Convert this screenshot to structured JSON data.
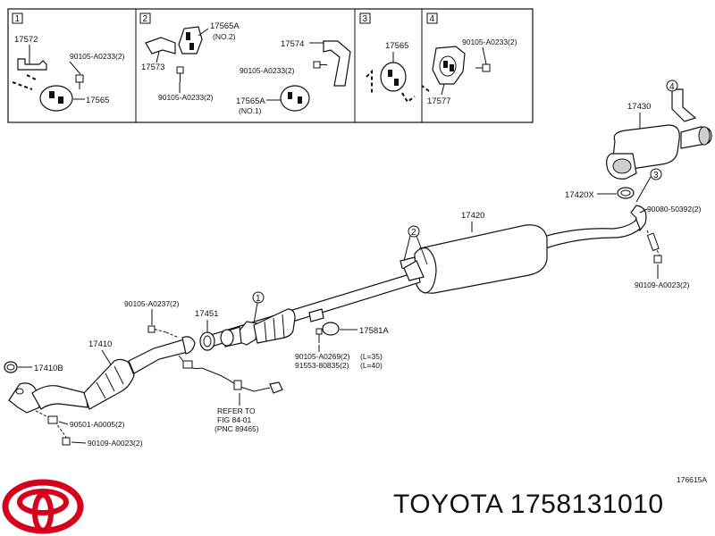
{
  "inset_boxes": [
    {
      "index": "1",
      "labels": [
        "17572",
        "90105-A0233(2)",
        "17565"
      ]
    },
    {
      "index": "2",
      "labels": [
        "17565A",
        "(NO.2)",
        "17573",
        "90105-A0233(2)",
        "17574",
        "90105-A0233(2)",
        "17565A",
        "(NO.1)"
      ]
    },
    {
      "index": "3",
      "labels": [
        "17565"
      ]
    },
    {
      "index": "4",
      "labels": [
        "90105-A0233(2)",
        "17577"
      ]
    }
  ],
  "main_labels": {
    "tail_pipe": "17430",
    "gasket_x": "17420X",
    "bolt_a": "90080-50392(2)",
    "bolt_b": "90109-A0023(2)",
    "center_pipe": "17420",
    "callout_2": "2",
    "callout_1": "1",
    "callout_3": "3",
    "callout_4": "4",
    "bolt_c": "90105-A0237(2)",
    "gasket_17451": "17451",
    "gasket_17581a": "17581A",
    "bolt_d": "90105-A0269(2)",
    "len_d": "(L=35)",
    "bolt_e": "91553-80835(2)",
    "len_e": "(L=40)",
    "front_pipe": "17410",
    "gasket_17410b": "17410B",
    "refer_1": "REFER TO",
    "refer_2": "FIG 84-01",
    "refer_3": "(PNC 89465)",
    "bolt_f": "90501-A0005(2)",
    "bolt_g": "90109-A0023(2)",
    "fig_code": "176615A"
  },
  "brand": {
    "name": "TOYOTA",
    "part_number": "1758131010",
    "logo_color": "#d6001c"
  }
}
